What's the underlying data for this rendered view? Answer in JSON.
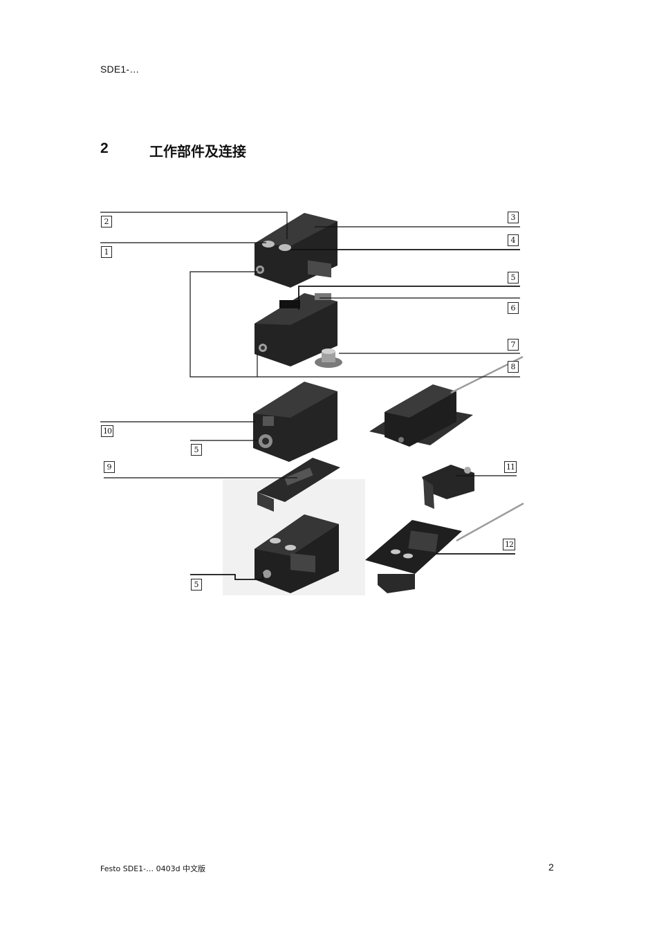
{
  "header": {
    "running_title": "SDE1-…"
  },
  "section": {
    "number": "2",
    "title": "工作部件及连接"
  },
  "figure": {
    "callouts": {
      "c1": "1",
      "c2": "2",
      "c3": "3",
      "c4": "4",
      "c5a": "5",
      "c5b": "5",
      "c5c": "5",
      "c6": "6",
      "c7": "7",
      "c8": "8",
      "c9": "9",
      "c10": "10",
      "c11": "11",
      "c12": "12"
    },
    "colors": {
      "housing": "#1e1e1e",
      "metal": "#8a8a8a",
      "background_panel": "#f1f1f1"
    }
  },
  "footer": {
    "left": "Festo SDE1-… 0403d 中文版",
    "page_number": "2"
  }
}
